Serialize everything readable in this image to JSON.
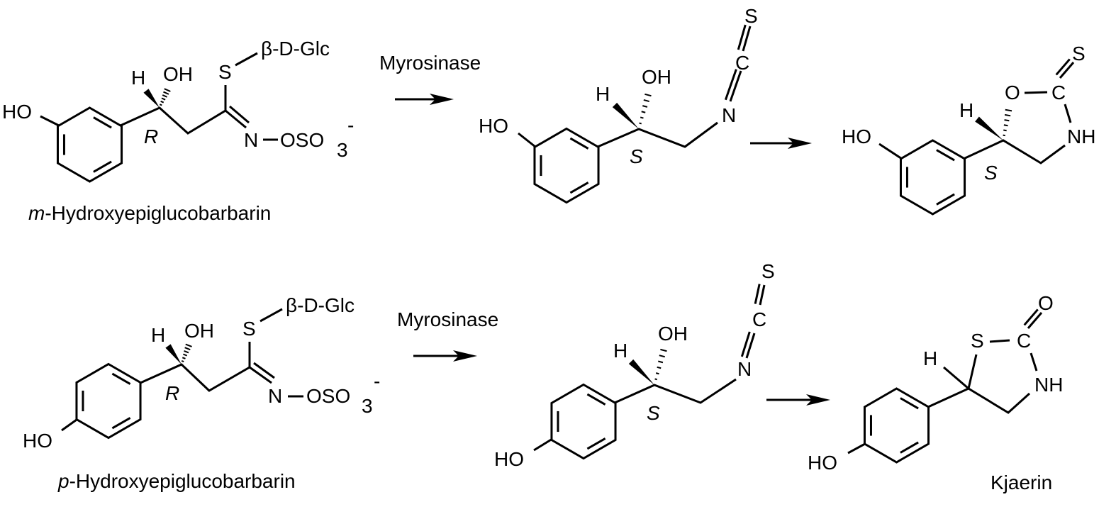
{
  "atoms": {
    "HO": "HO",
    "OH": "OH",
    "H": "H",
    "S": "S",
    "C": "C",
    "N": "N",
    "O": "O",
    "NH": "NH",
    "glc": "β-D-Glc",
    "sulfate": "OSO",
    "sub3": "3",
    "charge": "-"
  },
  "row1": {
    "substrate_prefix": "m",
    "substrate_rest": "-Hydroxyepiglucobarbarin",
    "substrate_stereo": "R",
    "enzyme": "Myrosinase",
    "intermediate_stereo": "S",
    "product_stereo": "S"
  },
  "row2": {
    "substrate_prefix": "p",
    "substrate_rest": "-Hydroxyepiglucobarbarin",
    "substrate_stereo": "R",
    "enzyme": "Myrosinase",
    "intermediate_stereo": "S",
    "product_name": "Kjaerin"
  }
}
